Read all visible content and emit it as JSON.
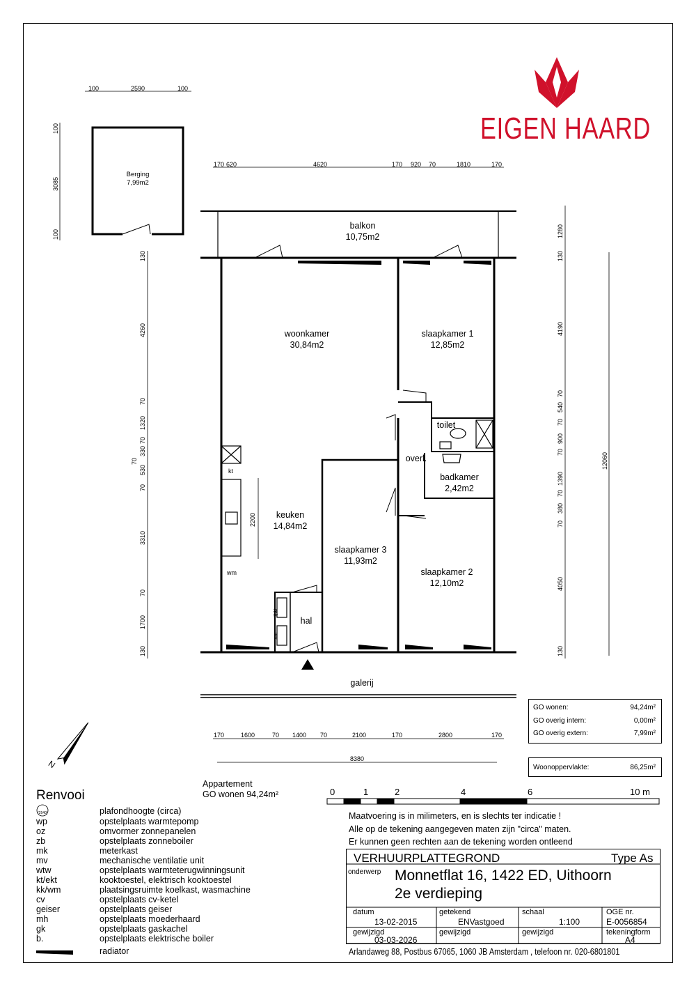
{
  "logo": {
    "text": "EIGEN HAARD",
    "color": "#d0112b"
  },
  "rooms": {
    "berging": {
      "name": "Berging",
      "area": "7,99m2"
    },
    "balkon": {
      "name": "balkon",
      "area": "10,75m2"
    },
    "woonkamer": {
      "name": "woonkamer",
      "area": "30,84m2"
    },
    "slaapkamer1": {
      "name": "slaapkamer 1",
      "area": "12,85m2"
    },
    "toilet": {
      "name": "toilet"
    },
    "overloop": {
      "name": "overl."
    },
    "badkamer": {
      "name": "badkamer",
      "area": "2,42m2"
    },
    "keuken": {
      "name": "keuken",
      "area": "14,84m2"
    },
    "slaapkamer3": {
      "name": "slaapkamer 3",
      "area": "11,93m2"
    },
    "slaapkamer2": {
      "name": "slaapkamer 2",
      "area": "12,10m2"
    },
    "hal": {
      "name": "hal"
    },
    "galerij": {
      "name": "galerij"
    }
  },
  "fixtures": {
    "kt": "kt",
    "wm": "wm",
    "mk": "mk",
    "wv": "wv"
  },
  "dimensions": {
    "berging_top": [
      "100",
      "2590",
      "100"
    ],
    "berging_left": [
      "100",
      "3085",
      "100"
    ],
    "top": [
      "170",
      "620",
      "4620",
      "170",
      "920",
      "70",
      "1810",
      "170"
    ],
    "left": [
      "130",
      "4260",
      "70",
      "1320",
      "70",
      "330",
      "70",
      "530",
      "70",
      "3310",
      "70",
      "1700",
      "130"
    ],
    "right": [
      "1280",
      "130",
      "4190",
      "70",
      "540",
      "70",
      "900",
      "70",
      "1390",
      "70",
      "380",
      "70",
      "4050",
      "130"
    ],
    "right_total": "12060",
    "kitchen": "2200",
    "bottom": [
      "170",
      "1600",
      "70",
      "1400",
      "70",
      "2100",
      "170",
      "2800",
      "170"
    ],
    "bottom_total": "8380"
  },
  "areas_box": {
    "rows": [
      {
        "label": "GO wonen:",
        "value": "94,24m²"
      },
      {
        "label": "GO overig intern:",
        "value": "0,00m²"
      },
      {
        "label": "GO overig extern:",
        "value": "7,99m²"
      }
    ]
  },
  "woon_box": {
    "label": "Woonoppervlakte:",
    "value": "86,25m²"
  },
  "appartement": {
    "line1": "Appartement",
    "line2": "GO wonen 94,24m²"
  },
  "scale_bar": {
    "labels": [
      "0",
      "1",
      "2",
      "4",
      "6",
      "10  m"
    ]
  },
  "notes": [
    "Maatvoering is in milimeters, en is slechts ter indicatie !",
    "Alle op de tekening aangegeven maten zijn \"circa\" maten.",
    "Er kunnen geen rechten aan de tekening worden ontleend"
  ],
  "renvooi": {
    "title": "Renvooi",
    "items": [
      {
        "code": "(2540)",
        "desc": "plafondhoogte (circa)"
      },
      {
        "code": "wp",
        "desc": "opstelplaats warmtepomp"
      },
      {
        "code": "oz",
        "desc": "omvormer zonnepanelen"
      },
      {
        "code": "zb",
        "desc": "opstelplaats zonneboiler"
      },
      {
        "code": "mk",
        "desc": "meterkast"
      },
      {
        "code": "mv",
        "desc": "mechanische ventilatie unit"
      },
      {
        "code": "wtw",
        "desc": "opstelplaats warmteterugwinningsunit"
      },
      {
        "code": "kt/ekt",
        "desc": "kooktoestel, elektrisch kooktoestel"
      },
      {
        "code": "kk/wm",
        "desc": "plaatsingsruimte koelkast, wasmachine"
      },
      {
        "code": "cv",
        "desc": "opstelplaats cv-ketel"
      },
      {
        "code": "geiser",
        "desc": "opstelplaats geiser"
      },
      {
        "code": "mh",
        "desc": "opstelplaats moederhaard"
      },
      {
        "code": "gk",
        "desc": "opstelplaats gaskachel"
      },
      {
        "code": "b.",
        "desc": "opstelplaats elektrische boiler"
      },
      {
        "code": "",
        "desc": "radiator"
      }
    ]
  },
  "titleblock": {
    "title": "VERHUURPLATTEGROND",
    "type": "Type As",
    "onderwerp_label": "onderwerp",
    "address": "Monnetflat 16, 1422 ED, Uithoorn",
    "floor": "2e verdieping",
    "datum_label": "datum",
    "datum": "13-02-2015",
    "getekend_label": "getekend",
    "getekend": "ENVastgoed",
    "schaal_label": "schaal",
    "schaal": "1:100",
    "oge_label": "OGE nr.",
    "oge": "E-0056854",
    "gewijzigd_label": "gewijzigd",
    "gewijzigd": "03-03-2026",
    "gewijzigd2_label": "gewijzigd",
    "gewijzigd3_label": "gewijzigd",
    "tekeningform_label": "tekeningform",
    "tekeningform": "A4",
    "footer": "Arlandaweg 88, Postbus 67065, 1060 JB Amsterdam , telefoon nr. 020-6801801"
  },
  "north": {
    "label": "N"
  }
}
